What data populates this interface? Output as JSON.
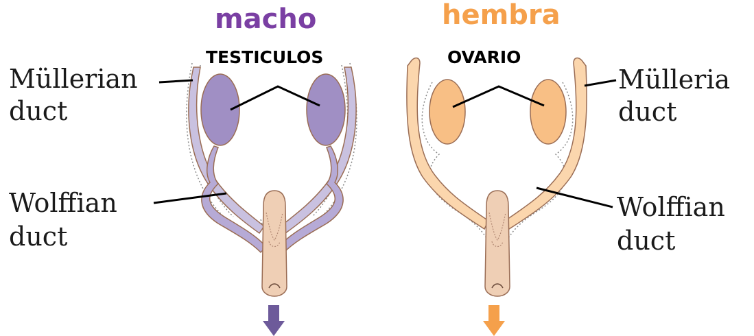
{
  "titles": {
    "male": "macho",
    "female": "hembra"
  },
  "gonads": {
    "male": "TESTICULOS",
    "female": "OVARIO"
  },
  "left_labels": {
    "mullerian": [
      "Müllerian",
      "duct"
    ],
    "wolffian": [
      "Wolffian",
      "duct"
    ]
  },
  "right_labels": {
    "mullerian": [
      "Mülleria",
      "duct"
    ],
    "wolffian": [
      "Wolffian",
      "duct"
    ]
  },
  "colors": {
    "male_title": "#7a3fa3",
    "female_title": "#f5a04b",
    "male_gonad_fill": "#a08fc4",
    "male_duct_fill": "#c9c1e0",
    "female_gonad_fill": "#f8bf85",
    "female_duct_fill": "#fbd6ad",
    "sinus_fill": "#efcfb5",
    "outline": "#9a6d55",
    "male_arrow": "#6d5a9a",
    "female_arrow": "#f5a04b"
  }
}
